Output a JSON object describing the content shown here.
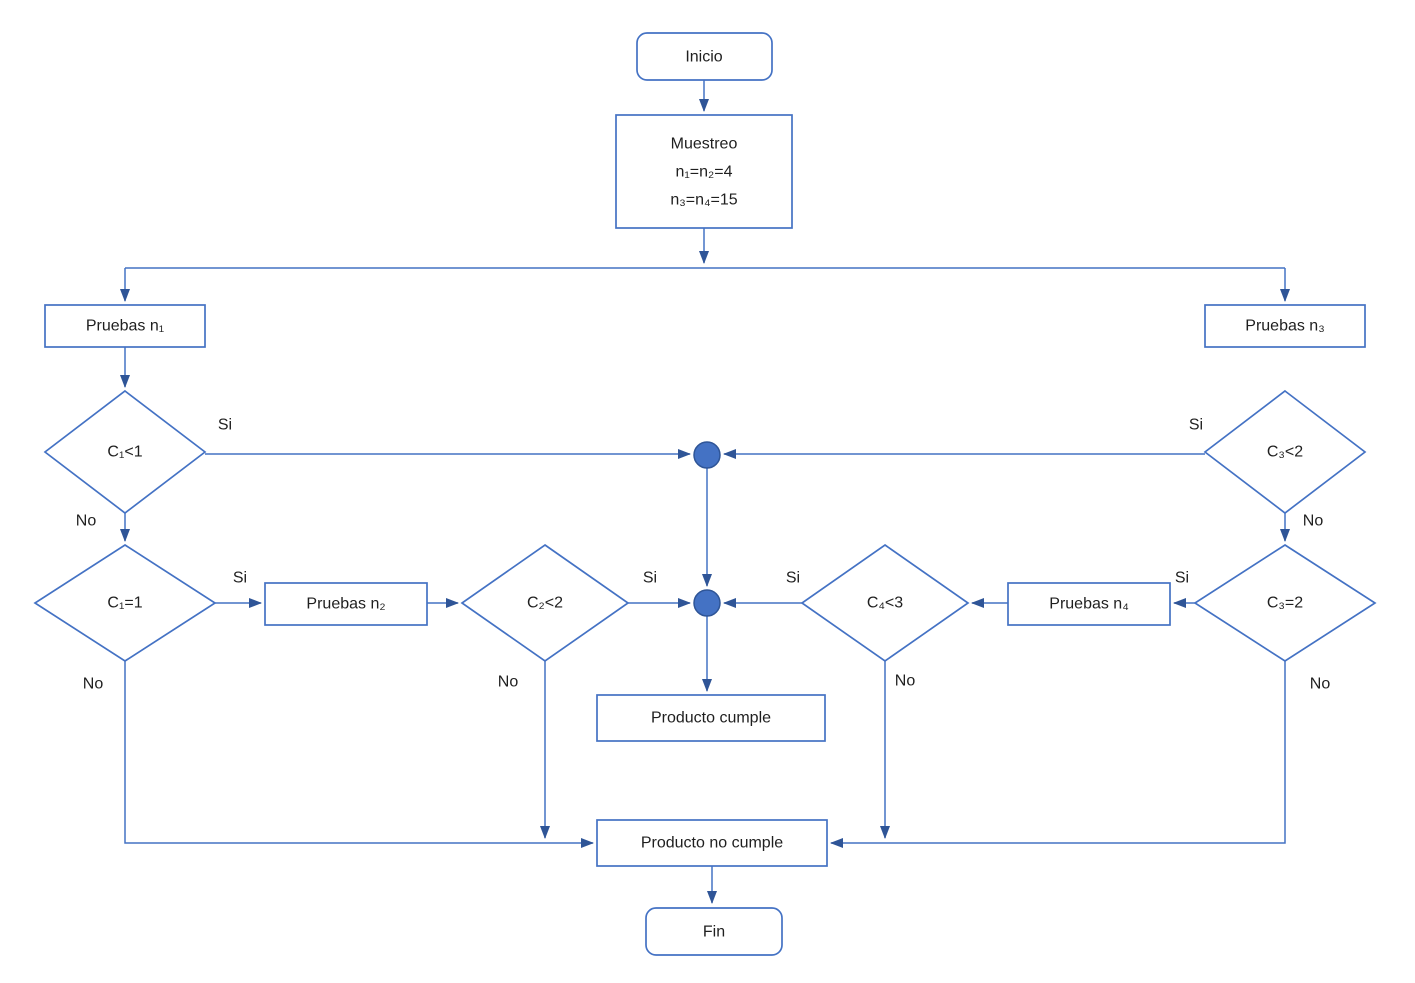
{
  "diagram_type": "flowchart",
  "nodes": {
    "inicio": {
      "label": "Inicio",
      "shape": "terminator"
    },
    "muestreo": {
      "lines": [
        "Muestreo",
        "n₁=n₂=4",
        "n₃=n₄=15"
      ],
      "shape": "process"
    },
    "pruebas_n1": {
      "label": "Pruebas n₁",
      "shape": "process"
    },
    "pruebas_n2": {
      "label": "Pruebas n₂",
      "shape": "process"
    },
    "pruebas_n3": {
      "label": "Pruebas n₃",
      "shape": "process"
    },
    "pruebas_n4": {
      "label": "Pruebas n₄",
      "shape": "process"
    },
    "c1_menor_1": {
      "label": "C₁<1",
      "shape": "decision"
    },
    "c1_igual_1": {
      "label": "C₁=1",
      "shape": "decision"
    },
    "c2_menor_2": {
      "label": "C₂<2",
      "shape": "decision"
    },
    "c3_menor_2": {
      "label": "C₃<2",
      "shape": "decision"
    },
    "c3_igual_2": {
      "label": "C₃=2",
      "shape": "decision"
    },
    "c4_menor_3": {
      "label": "C₄<3",
      "shape": "decision"
    },
    "producto_cumple": {
      "label": "Producto cumple",
      "shape": "process"
    },
    "producto_no_cumple": {
      "label": "Producto no cumple",
      "shape": "process"
    },
    "fin": {
      "label": "Fin",
      "shape": "terminator"
    }
  },
  "labels": {
    "c1_menor_si": "Si",
    "c1_menor_no": "No",
    "c1_igual_si": "Si",
    "c1_igual_no": "No",
    "c2_menor_si": "Si",
    "c2_menor_no": "No",
    "c4_menor_si": "Si",
    "c4_menor_no": "No",
    "c3_igual_si": "Si",
    "c3_igual_no": "No",
    "c3_menor_si": "Si",
    "c3_menor_no": "No"
  },
  "colors": {
    "connector_line": "#4472C4",
    "arrowhead": "#2F5597",
    "shape_border": "#4472C4",
    "shape_fill": "#FFFFFF",
    "junction_fill": "#4472C4",
    "text": "#1F1F1F",
    "background": "#FFFFFF"
  }
}
